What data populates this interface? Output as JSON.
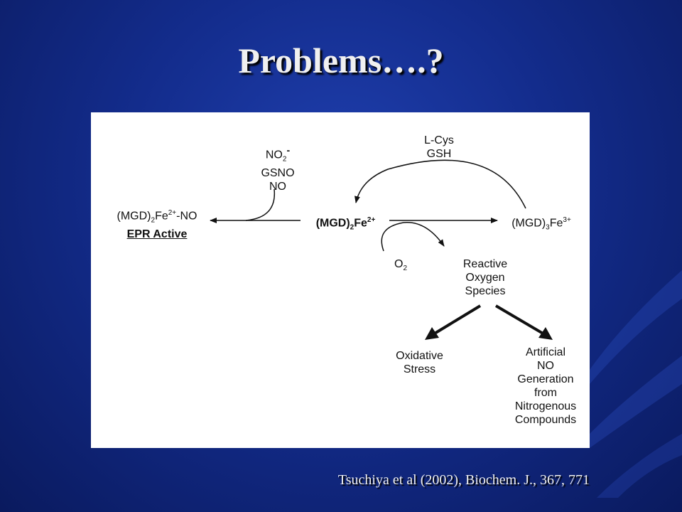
{
  "slide": {
    "title": "Problems….?",
    "citation": "Tsuchiya et al (2002), Biochem. J., 367, 771"
  },
  "diagram": {
    "center": {
      "prefix": "(MGD)",
      "sub": "2",
      "mid": "Fe",
      "sup": "2+"
    },
    "left": {
      "prefix": "(MGD)",
      "sub": "2",
      "mid": "Fe",
      "sup": "2+",
      "suffix": "-NO",
      "note": "EPR Active"
    },
    "right": {
      "prefix": "(MGD)",
      "sub": "3",
      "mid": "Fe",
      "sup": "3+"
    },
    "no_sources": {
      "no2_base": "NO",
      "no2_sub": "2",
      "no2_sup": "-",
      "line2": "GSNO",
      "line3": "NO"
    },
    "reductants": {
      "line1": "L-Cys",
      "line2": "GSH"
    },
    "oxygen": {
      "base": "O",
      "sub": "2"
    },
    "ros": {
      "line1": "Reactive",
      "line2": "Oxygen",
      "line3": "Species"
    },
    "oxidative": {
      "line1": "Oxidative",
      "line2": "Stress"
    },
    "artificial": {
      "line1": "Artificial",
      "line2": "NO",
      "line3": "Generation",
      "line4": "from",
      "line5": "Nitrogenous",
      "line6": "Compounds"
    }
  }
}
